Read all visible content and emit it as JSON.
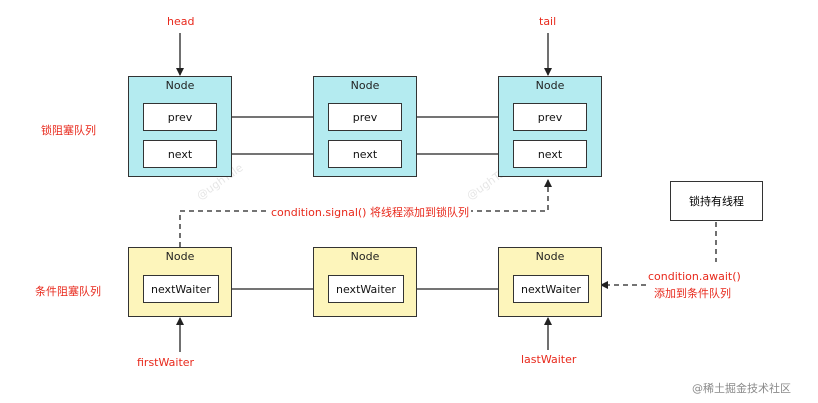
{
  "lock_queue": {
    "label": "锁阻塞队列",
    "nodes": [
      {
        "title": "Node",
        "prev": "prev",
        "next": "next"
      },
      {
        "title": "Node",
        "prev": "prev",
        "next": "next"
      },
      {
        "title": "Node",
        "prev": "prev",
        "next": "next"
      }
    ],
    "head_label": "head",
    "tail_label": "tail"
  },
  "condition_queue": {
    "label": "条件阻塞队列",
    "nodes": [
      {
        "title": "Node",
        "field": "nextWaiter"
      },
      {
        "title": "Node",
        "field": "nextWaiter"
      },
      {
        "title": "Node",
        "field": "nextWaiter"
      }
    ],
    "first_label": "firstWaiter",
    "last_label": "lastWaiter"
  },
  "signal_label": "condition.signal() 将线程添加到锁队列",
  "owner_label": "锁持有线程",
  "await_label_line1": "condition.await()",
  "await_label_line2": "添加到条件队列",
  "watermark": "@稀土掘金技术社区",
  "colors": {
    "lock_node": "#b4ebf0",
    "condition_node": "#fdf5bb",
    "annotation": "#e8291c"
  }
}
